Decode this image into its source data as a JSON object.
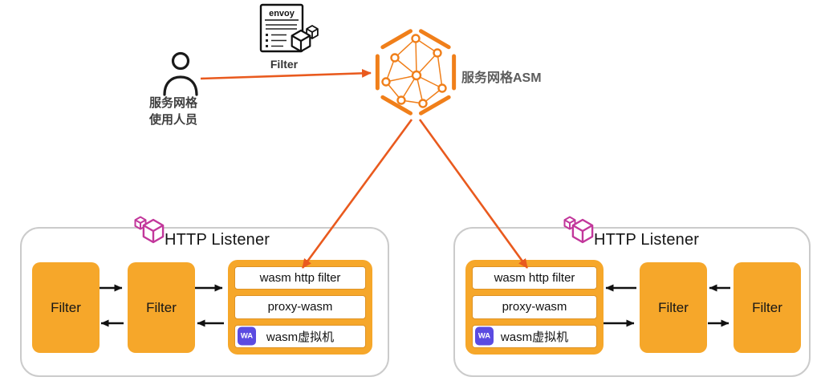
{
  "palette": {
    "box_orange": "#F6A72A",
    "arrow_orange": "#E95A1E",
    "hexagon_orange": "#F07F1A",
    "cube_magenta": "#C2379B",
    "badge_purple": "#5B4BE1",
    "container_border": "#CBCBCB",
    "text_dark": "#1F1F1F"
  },
  "header": {
    "envoy_doc_title": "envoy",
    "envoy_filter_label": "Filter",
    "user_label_line1": "服务网格",
    "user_label_line2": "使用人员",
    "asm_label": "服务网格ASM"
  },
  "listeners": [
    {
      "title": "HTTP Listener",
      "filters": [
        "Filter",
        "Filter"
      ],
      "wasm_rows": [
        "wasm http filter",
        "proxy-wasm",
        "wasm虚拟机"
      ],
      "vm_badge": "WA"
    },
    {
      "title": "HTTP Listener",
      "filters": [
        "Filter",
        "Filter"
      ],
      "wasm_rows": [
        "wasm http filter",
        "proxy-wasm",
        "wasm虚拟机"
      ],
      "vm_badge": "WA"
    }
  ]
}
